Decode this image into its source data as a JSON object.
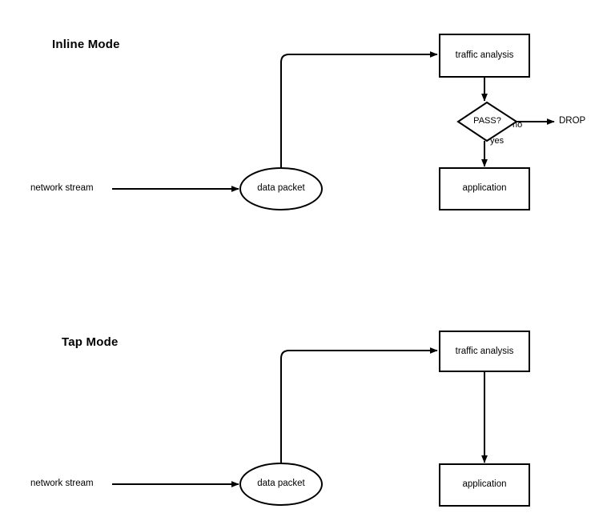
{
  "diagram": {
    "title_inline": "Inline Mode",
    "title_tap": "Tap Mode",
    "sections": [
      {
        "id": "inline",
        "title": "Inline Mode",
        "nodes": [
          {
            "id": "network-stream",
            "label": "network stream",
            "shape": "text"
          },
          {
            "id": "data-packet",
            "label": "data packet",
            "shape": "ellipse"
          },
          {
            "id": "traffic-analysis",
            "label": "traffic analysis",
            "shape": "rect"
          },
          {
            "id": "pass-decision",
            "label": "PASS?",
            "shape": "diamond"
          },
          {
            "id": "application",
            "label": "application",
            "shape": "rect"
          },
          {
            "id": "drop",
            "label": "DROP",
            "shape": "text"
          }
        ],
        "edges": [
          {
            "from": "network-stream",
            "to": "data-packet",
            "label": ""
          },
          {
            "from": "data-packet",
            "to": "traffic-analysis",
            "label": ""
          },
          {
            "from": "traffic-analysis",
            "to": "pass-decision",
            "label": ""
          },
          {
            "from": "pass-decision",
            "to": "drop",
            "label": "no"
          },
          {
            "from": "pass-decision",
            "to": "application",
            "label": "yes"
          }
        ]
      },
      {
        "id": "tap",
        "title": "Tap Mode",
        "nodes": [
          {
            "id": "network-stream",
            "label": "network stream",
            "shape": "text"
          },
          {
            "id": "data-packet",
            "label": "data packet",
            "shape": "ellipse"
          },
          {
            "id": "traffic-analysis",
            "label": "traffic analysis",
            "shape": "rect"
          },
          {
            "id": "application",
            "label": "application",
            "shape": "rect"
          }
        ],
        "edges": [
          {
            "from": "network-stream",
            "to": "data-packet",
            "label": ""
          },
          {
            "from": "data-packet",
            "to": "traffic-analysis",
            "label": ""
          },
          {
            "from": "traffic-analysis",
            "to": "application",
            "label": ""
          }
        ]
      }
    ],
    "colors": {
      "stroke": "#000000",
      "fill": "#ffffff",
      "text": "#000000",
      "background": "#ffffff"
    }
  }
}
